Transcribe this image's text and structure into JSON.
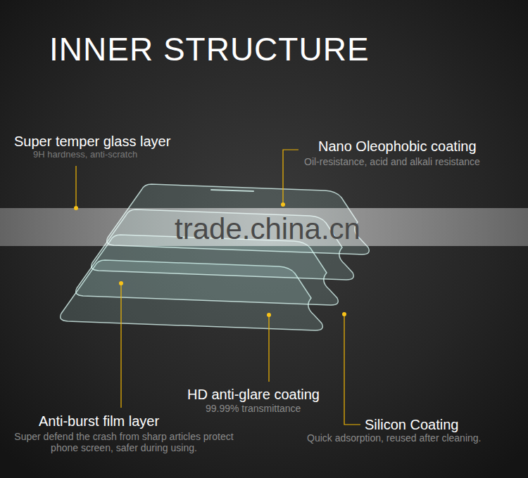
{
  "diagram": {
    "title": "INNER STRUCTURE",
    "labels": [
      "Super temper glass layer",
      "9H hardness, anti-scratch",
      "Nano Oleophobic coating",
      "Oil-resistance, acid and alkali resistance",
      "trade.china.cn",
      "HD anti-glare coating",
      "99.99% transmittance",
      "Anti-burst film layer",
      "Super defend the crash from sharp articles protect phone screen, safer during using.",
      "Silicon Coating",
      "Quick adsorption, reused after cleaning."
    ]
  }
}
